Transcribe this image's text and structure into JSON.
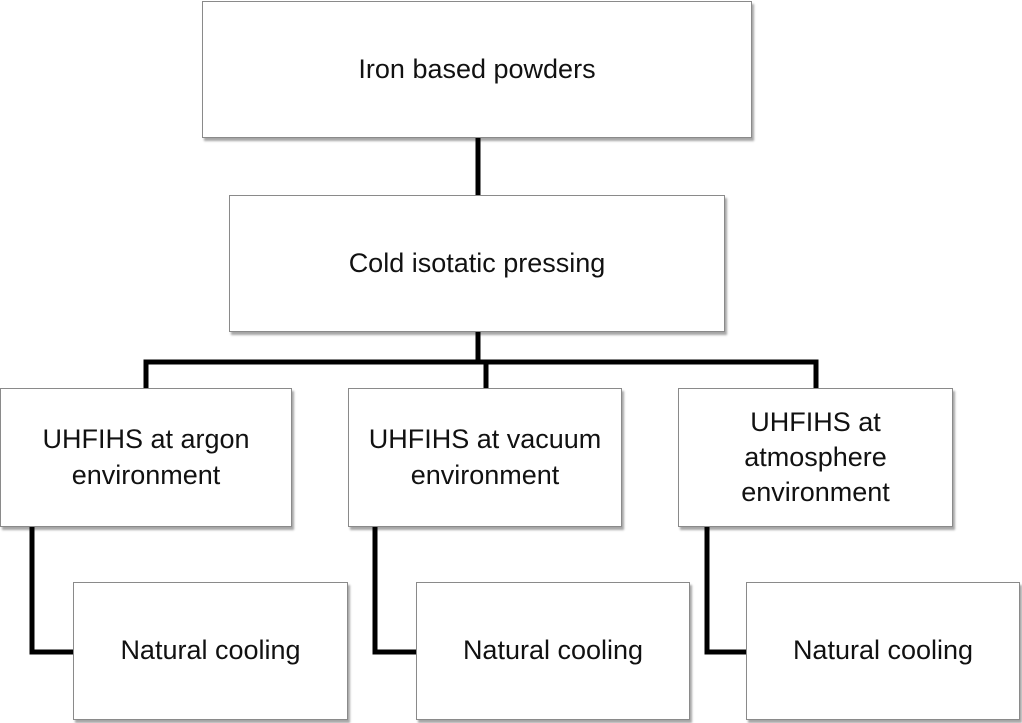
{
  "root": {
    "label": "Iron based powders"
  },
  "step2": {
    "label": "Cold isotatic pressing"
  },
  "branches": [
    {
      "label_lines": [
        "UHFIHS at argon",
        "environment"
      ],
      "cooling": "Natural cooling"
    },
    {
      "label_lines": [
        "UHFIHS at vacuum",
        "environment"
      ],
      "cooling": "Natural cooling"
    },
    {
      "label_lines": [
        "UHFIHS at",
        "atmosphere",
        "environment"
      ],
      "cooling": "Natural cooling"
    }
  ]
}
